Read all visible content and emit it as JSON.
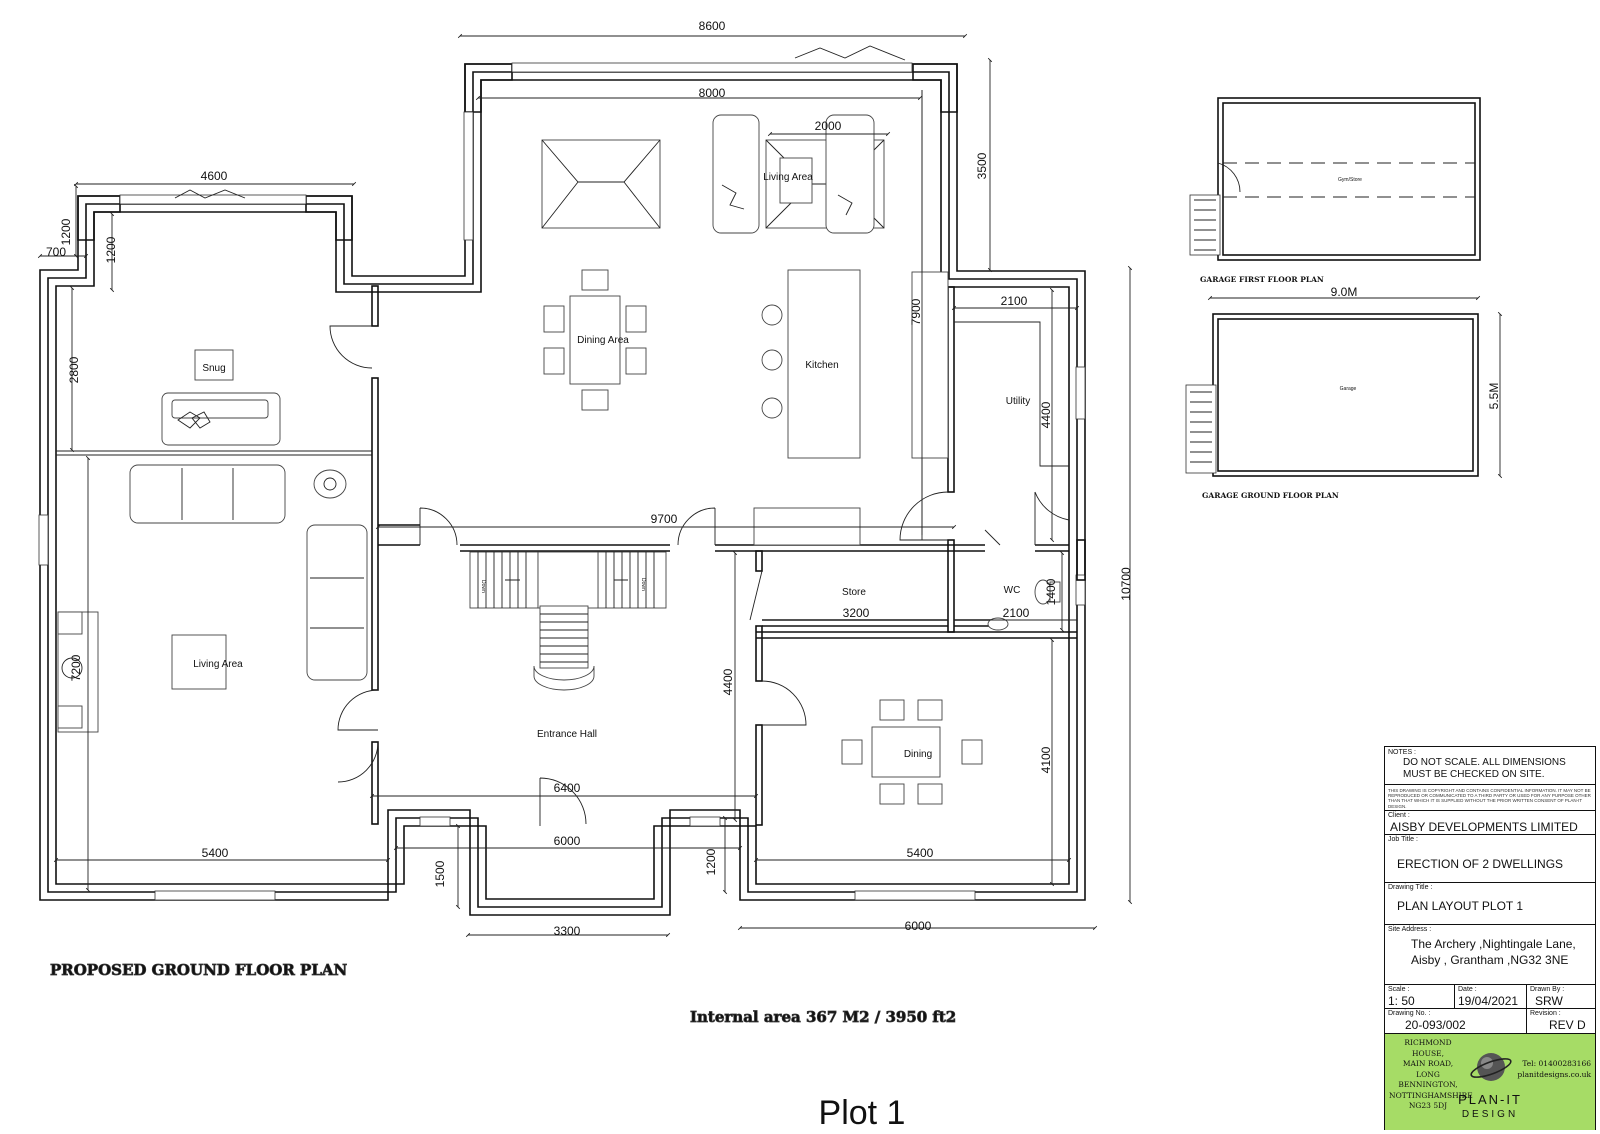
{
  "plan": {
    "title": "PROPOSED GROUND FLOOR PLAN",
    "internal_area": "Internal area 367 M2 / 3950 ft2",
    "plot_label": "Plot 1",
    "rooms": {
      "snug": "Snug",
      "living_left": "Living Area",
      "living_top": "Living Area",
      "dining_area": "Dining Area",
      "kitchen": "Kitchen",
      "utility": "Utility",
      "store": "Store",
      "wc": "WC",
      "entrance_hall": "Entrance Hall",
      "dining": "Dining",
      "stair_down_left": "Down",
      "stair_down_right": "Down"
    },
    "dimensions": {
      "d8600": "8600",
      "d8000": "8000",
      "d2000": "2000",
      "d4600": "4600",
      "d1200a": "1200",
      "d700": "700",
      "d1200b": "1200",
      "d3500": "3500",
      "d7900": "7900",
      "d2100a": "2100",
      "d2800": "2800",
      "d4400a": "4400",
      "d10700": "10700",
      "d9700": "9700",
      "d3200": "3200",
      "d2100b": "2100",
      "d1400": "1400",
      "d7200": "7200",
      "d4400b": "4400",
      "d4100": "4100",
      "d6400": "6400",
      "d6000a": "6000",
      "d5400a": "5400",
      "d5400b": "5400",
      "d1500": "1500",
      "d1200c": "1200",
      "d3300": "3300",
      "d6000b": "6000"
    }
  },
  "garage": {
    "first_floor_title": "GARAGE FIRST FLOOR PLAN",
    "ground_floor_title": "GARAGE GROUND FLOOR PLAN",
    "first_floor_room": "Gym/Store",
    "ground_floor_room": "Garage",
    "width_dim": "9.0M",
    "depth_dim": "5.5M"
  },
  "title_block": {
    "notes_caption": "NOTES :",
    "notes_line1": "DO NOT SCALE. ALL DIMENSIONS",
    "notes_line2": "MUST BE CHECKED ON SITE.",
    "copyright": "THIS DRAWING IS COPYRIGHT AND CONTAINS CONFIDENTIAL INFORMATION. IT MAY NOT BE REPRODUCED OR COMMUNICATED TO A THIRD PARTY OR USED FOR ANY PURPOSE OTHER THAN THAT WHICH IT IS SUPPLIED WITHOUT THE PRIOR WRITTEN CONSENT OF PLAN-IT DESIGN.",
    "client_caption": "Client :",
    "client": "AISBY DEVELOPMENTS LIMITED",
    "job_caption": "Job Title :",
    "job": "ERECTION OF 2 DWELLINGS",
    "drawing_caption": "Drawing Title :",
    "drawing_title": "PLAN LAYOUT PLOT 1",
    "site_caption": "Site Address :",
    "site_line1": "The Archery ,Nightingale Lane,",
    "site_line2": "Aisby , Grantham ,NG32 3NE",
    "scale_caption": "Scale :",
    "scale": "1: 50",
    "date_caption": "Date :",
    "date": "19/04/2021",
    "drawn_caption": "Drawn By :",
    "drawn": "SRW",
    "drawing_no_caption": "Drawing No. :",
    "drawing_no": "20-093/002",
    "revision_caption": "Revision :",
    "revision": "REV D"
  },
  "company": {
    "address_lines": [
      "RICHMOND HOUSE,",
      "MAIN ROAD,",
      "LONG BENNINGTON,",
      "NOTTINGHAMSHIRE",
      "NG23 5DJ"
    ],
    "tel": "Tel: 01400283166",
    "web": "planitdesigns.co.uk",
    "name": "PLAN-IT",
    "sub": "DESIGN",
    "brand_color": "#a6dc66"
  }
}
